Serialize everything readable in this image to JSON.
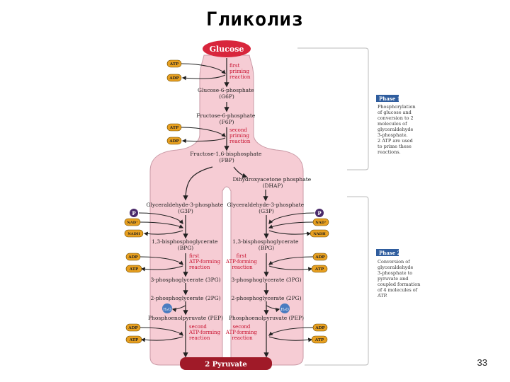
{
  "slide": {
    "title": "Гликолиз",
    "page_number": "33"
  },
  "pathway": {
    "glucose": "Glucose",
    "first_priming": [
      "first",
      "priming",
      "reaction"
    ],
    "g6p": [
      "Glucose-6-phosphate",
      "(G6P)"
    ],
    "f6p": [
      "Fructose-6-phosphate",
      "(F6P)"
    ],
    "second_priming": [
      "second",
      "priming",
      "reaction"
    ],
    "fbp": [
      "Fructose-1,6-bisphosphate",
      "(FBP)"
    ],
    "dhap": [
      "Dihydroxyacetone phosphate",
      "(DHAP)"
    ],
    "g3p": [
      "Glyceraldehyde-3-phosphate",
      "(G3P)"
    ],
    "bpg": [
      "1,3-bisphosphoglycerate",
      "(BPG)"
    ],
    "first_atp": [
      "first",
      "ATP-forming",
      "reaction"
    ],
    "pg3": "3-phosphoglycerate (3PG)",
    "pg2": "2-phosphoglycerate (2PG)",
    "pep": "Phosphoenolpyruvate (PEP)",
    "second_atp": [
      "second",
      "ATP-forming",
      "reaction"
    ],
    "pyruvate": "2 Pyruvate",
    "water": "H₂O",
    "pi": "P",
    "molecules": {
      "atp": "ATP",
      "adp": "ADP",
      "nad": "NAD⁺",
      "nadh": "NADH"
    }
  },
  "phases": {
    "phase1": {
      "label": "Phase 1",
      "text": [
        "Phosphorylation",
        "of glucose and",
        "conversion to 2",
        "molecules of",
        "glyceraldehyde",
        "3-phosphate.",
        "2 ATP are used",
        "to prime these",
        "reactions."
      ]
    },
    "phase2": {
      "label": "Phase 2",
      "text": [
        "Conversion of",
        "glyceraldehyde",
        "3-phosphate to",
        "pyruvate and",
        "coupled formation",
        "of 4 molecules of",
        "ATP."
      ]
    }
  },
  "colors": {
    "pink_fill": "#f6ccd4",
    "glucose_fill": "#d8263c",
    "pyruvate_fill": "#a01a28",
    "reaction_text": "#c8102e",
    "phase_header": "#2f5d9e",
    "water_blue": "#4a7cc0",
    "atp_gold": "#e8a020"
  }
}
